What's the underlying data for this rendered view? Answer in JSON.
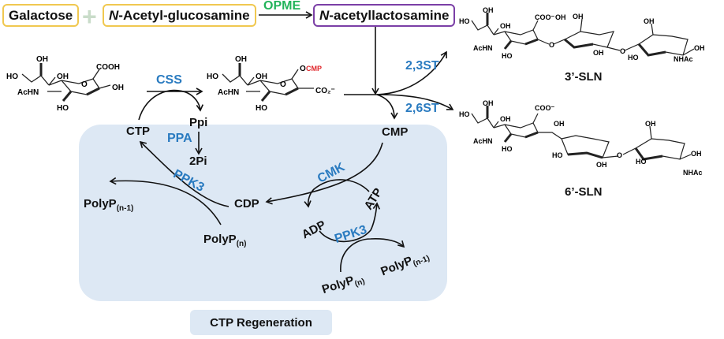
{
  "top_row": {
    "galactose": "Galactose",
    "plus": "+",
    "glcnac_prefix": "N",
    "glcnac_rest": "-Acetyl-glucosamine",
    "opme": "OPME",
    "lacnac_prefix": "N",
    "lacnac_rest": "-acetyllactosamine"
  },
  "enzymes": {
    "css": "CSS",
    "ppa": "PPA",
    "ppk3_left": "PPK3",
    "cmk": "CMK",
    "ppk3_right": "PPK3",
    "st23": "2,3ST",
    "st26": "2,6ST"
  },
  "metabolites": {
    "ppi": "Ppi",
    "two_pi": "2Pi",
    "ctp": "CTP",
    "cmp": "CMP",
    "cdp": "CDP",
    "polyp_n1_left": "PolyP",
    "polyp_n1_left_sub": "(n-1)",
    "polyp_n_left": "PolyP",
    "polyp_n_left_sub": "(n)",
    "adp": "ADP",
    "atp": "ATP",
    "polyp_n_right": "PolyP",
    "polyp_n_right_sub": "(n)",
    "polyp_n1_right": "PolyP",
    "polyp_n1_right_sub": "(n-1)"
  },
  "molecules": {
    "neu5ac": {
      "groups": [
        "HO",
        "OH",
        "OH",
        "COOH",
        "OH",
        "AcHN",
        "HO",
        "O"
      ]
    },
    "cmp_neu5ac": {
      "groups": [
        "HO",
        "OH",
        "OH",
        "O",
        "CMP",
        "CO2-",
        "AcHN",
        "HO",
        "O"
      ]
    },
    "sln3": {
      "label": "3’-SLN",
      "groups": [
        "HO",
        "OH",
        "OH",
        "COO-",
        "OH",
        "OH",
        "O",
        "O",
        "OH",
        "O",
        "O",
        "OH",
        "O",
        "OH",
        "AcHN",
        "HO",
        "HO",
        "NHAc"
      ]
    },
    "sln6": {
      "label": "6’-SLN",
      "groups": [
        "HO",
        "OH",
        "OH",
        "COO-",
        "O",
        "OH",
        "O",
        "HO",
        "OH",
        "O",
        "OH",
        "O",
        "OH",
        "AcHN",
        "HO",
        "HO",
        "NHAc"
      ]
    }
  },
  "panel": {
    "title": "CTP Regeneration"
  },
  "colors": {
    "enzyme": "#2a7bc0",
    "opme": "#22b35a",
    "cmp_highlight": "#e0262b",
    "box_yellow": "#f0c850",
    "box_purple": "#7b3fa6",
    "panel_bg": "#dde8f4"
  }
}
